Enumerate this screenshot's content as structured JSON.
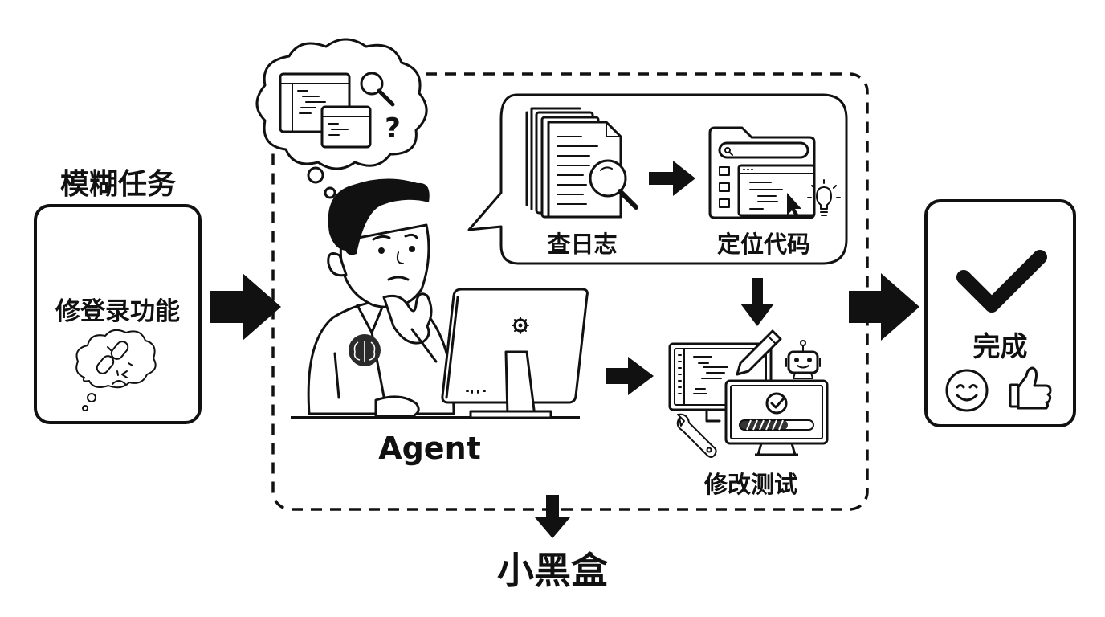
{
  "diagram": {
    "input": {
      "heading": "模糊任务",
      "task": "修登录功能",
      "icon": "broken-link-cloud-icon"
    },
    "black_box": {
      "caption": "小黑盒",
      "agent_label": "Agent",
      "thought_icons": [
        "code-window-icon",
        "magnifier-icon",
        "question-mark-icon"
      ],
      "steps": [
        {
          "label": "查日志",
          "icon": "log-search-icon"
        },
        {
          "label": "定位代码",
          "icon": "code-locate-icon"
        },
        {
          "label": "修改测试",
          "icon": "edit-test-icon"
        }
      ]
    },
    "output": {
      "label": "完成",
      "icons": [
        "checkmark-icon",
        "smiley-icon",
        "thumbs-up-icon"
      ]
    },
    "glyphs": {
      "question": "?"
    },
    "colors": {
      "ink": "#111111",
      "background": "#ffffff",
      "badge": "#2b2b2b"
    }
  }
}
